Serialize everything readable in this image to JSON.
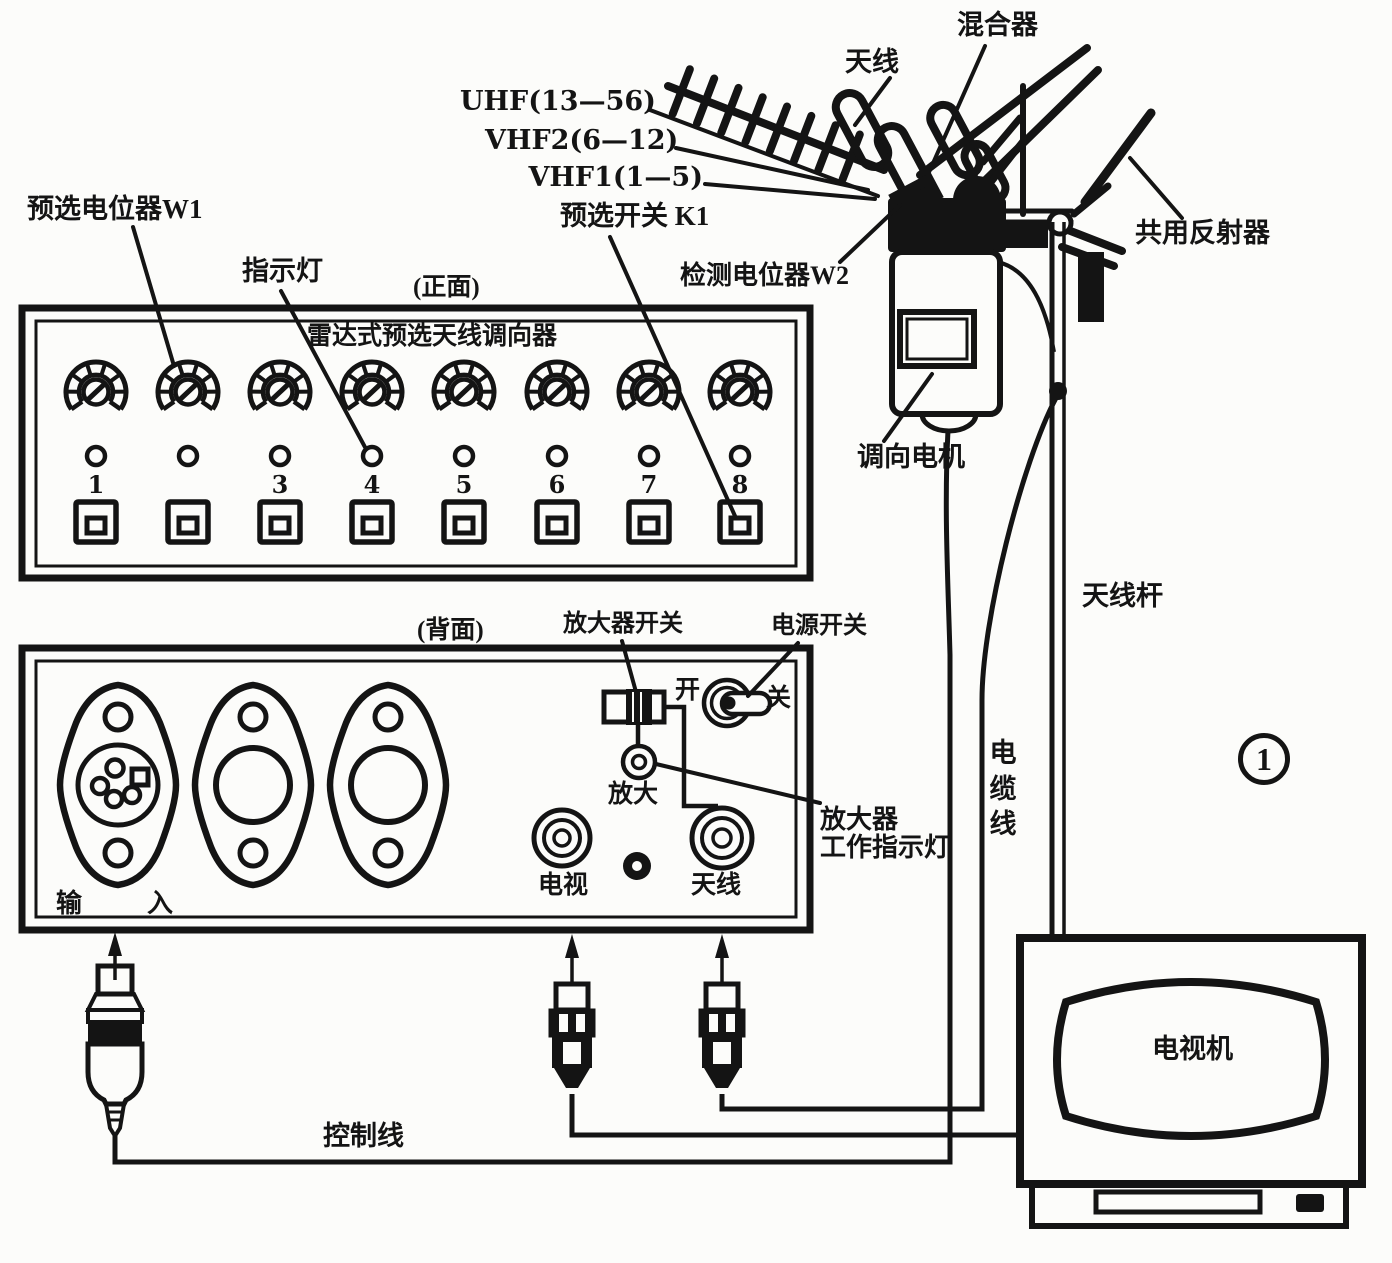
{
  "figure": {
    "ink": "#141414",
    "background": "#fcfcfa"
  },
  "front_panel": {
    "orientation_label": "(正面)",
    "title": "雷达式预选天线调向器",
    "channel_numbers": [
      "1",
      "",
      "3",
      "4",
      "5",
      "6",
      "7",
      "8"
    ]
  },
  "back_panel": {
    "orientation_label": "(背面)",
    "input_label_left": "输",
    "input_label_right": "入",
    "tv_jack_label": "电视",
    "antenna_jack_label": "天线",
    "amp_jack_label": "放大",
    "on_label": "开",
    "off_label": "关"
  },
  "callouts": {
    "preset_pot": "预选电位器W1",
    "indicator_lamp": "指示灯",
    "uhf": "UHF(13—56)",
    "vhf2": "VHF2(6—12)",
    "vhf1": "VHF1(1—5)",
    "preset_switch": "预选开关 K1",
    "detect_pot": "检测电位器W2",
    "antenna": "天线",
    "mixer": "混合器",
    "common_reflector": "共用反射器",
    "steering_motor": "调向电机",
    "antenna_mast": "天线杆",
    "cable": "电缆线",
    "amp_switch": "放大器开关",
    "power_switch": "电源开关",
    "amp_indicator_line1": "放大器",
    "amp_indicator_line2": "工作指示灯",
    "control_line": "控制线",
    "tv_set": "电视机",
    "circled_number": "1"
  }
}
